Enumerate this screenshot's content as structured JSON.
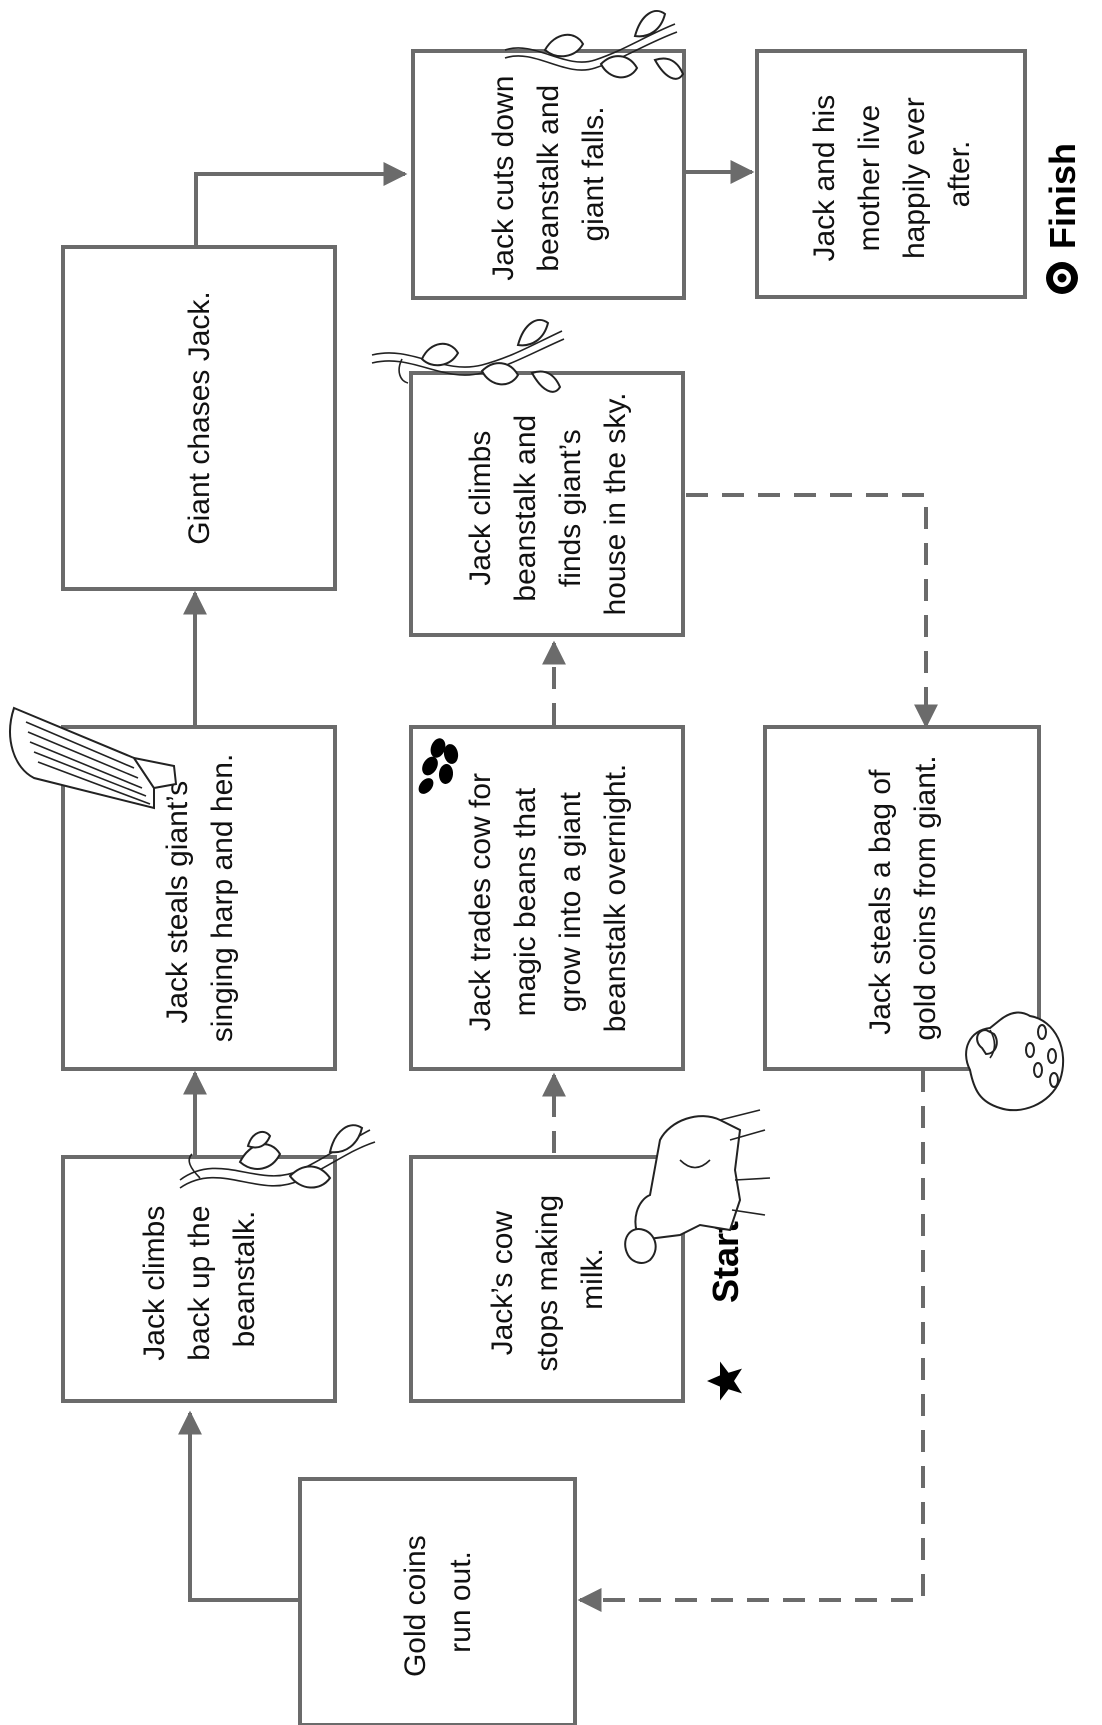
{
  "boxes": {
    "climb_back": [
      "Jack climbs",
      "back up the",
      "beanstalk."
    ],
    "steal_harp": [
      "Jack steals giant’s",
      "singing harp and hen."
    ],
    "giant_chases": [
      "Giant chases Jack."
    ],
    "cuts_down": [
      "Jack cuts down",
      "beanstalk and",
      "giant falls."
    ],
    "happily": [
      "Jack and his",
      "mother live",
      "happily ever",
      "after."
    ],
    "cow_stops": [
      "Jack’s cow",
      "stops making",
      "milk."
    ],
    "trades_cow": [
      "Jack trades cow for",
      "magic beans that",
      "grow into a giant",
      "beanstalk overnight."
    ],
    "finds_house": [
      "Jack climbs",
      "beanstalk and",
      "finds giant’s",
      "house in the sky."
    ],
    "steals_coins": [
      "Jack steals a bag of",
      "gold coins from giant."
    ],
    "coins_run_out": [
      "Gold coins",
      "run out."
    ]
  },
  "markers": {
    "start": "Start",
    "finish": "Finish"
  },
  "icons": [
    "star-icon",
    "target-icon",
    "cow-icon",
    "beans-icon",
    "beanstalk-icon",
    "harp-icon",
    "coin-bag-icon"
  ],
  "colors": {
    "line": "#6b6b6b",
    "text": "#111111"
  }
}
